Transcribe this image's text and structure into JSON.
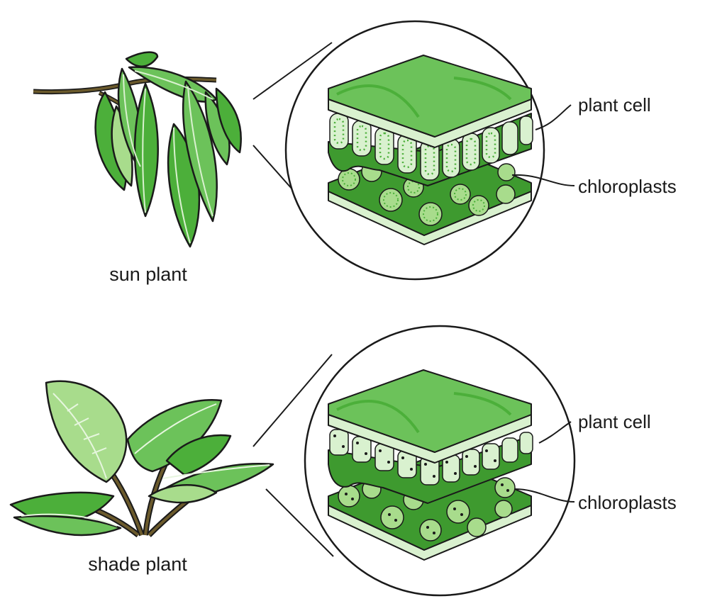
{
  "colors": {
    "leaf_dark": "#4caf3a",
    "leaf_mid": "#6cc25a",
    "leaf_light": "#a8dc8c",
    "cell_pale": "#d9f1cf",
    "cell_edge": "#9ed58f",
    "tissue_dark": "#3e9a2f",
    "stem": "#6b5a2c",
    "outline": "#1a1a1a"
  },
  "panels": [
    {
      "id": "sun",
      "plant_label": "sun plant",
      "callouts": {
        "cell": "plant cell",
        "chloroplasts": "chloroplasts"
      }
    },
    {
      "id": "shade",
      "plant_label": "shade plant",
      "callouts": {
        "cell": "plant cell",
        "chloroplasts": "chloroplasts"
      }
    }
  ]
}
